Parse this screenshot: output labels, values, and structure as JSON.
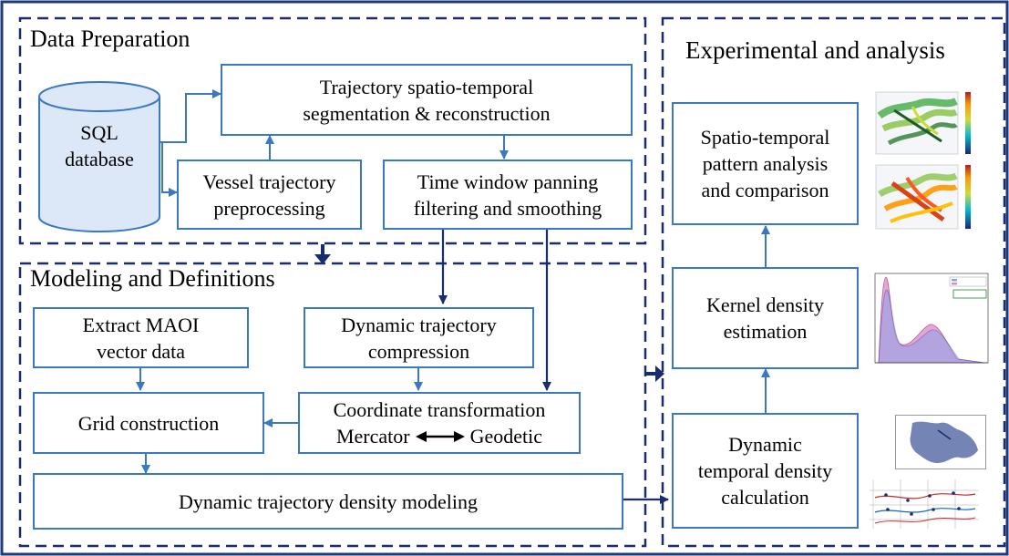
{
  "sections": {
    "data_preparation": "Data Preparation",
    "modeling": "Modeling and Definitions",
    "experimental": "Experimental and analysis"
  },
  "nodes": {
    "sql_db": "SQL\ndatabase",
    "segmentation": "Trajectory spatio-temporal\nsegmentation & reconstruction",
    "preprocessing": "Vessel trajectory\npreprocessing",
    "time_window": "Time window panning\nfiltering and smoothing",
    "extract_maoi": "Extract MAOI\nvector data",
    "compression": "Dynamic trajectory\ncompression",
    "grid": "Grid construction",
    "coord_line1": "Coordinate transformation",
    "coord_mercator": "Mercator",
    "coord_geodetic": "Geodetic",
    "density_modeling": "Dynamic trajectory density modeling",
    "pattern_analysis": "Spatio-temporal\npattern analysis\nand comparison",
    "kde": "Kernel density\nestimation",
    "temporal_density": "Dynamic\ntemporal density\ncalculation"
  },
  "colors": {
    "frame": "#1f3a7a",
    "box_border": "#3a78c2",
    "arrow_light": "#3a78c2",
    "arrow_dark": "#1a2b6e"
  }
}
